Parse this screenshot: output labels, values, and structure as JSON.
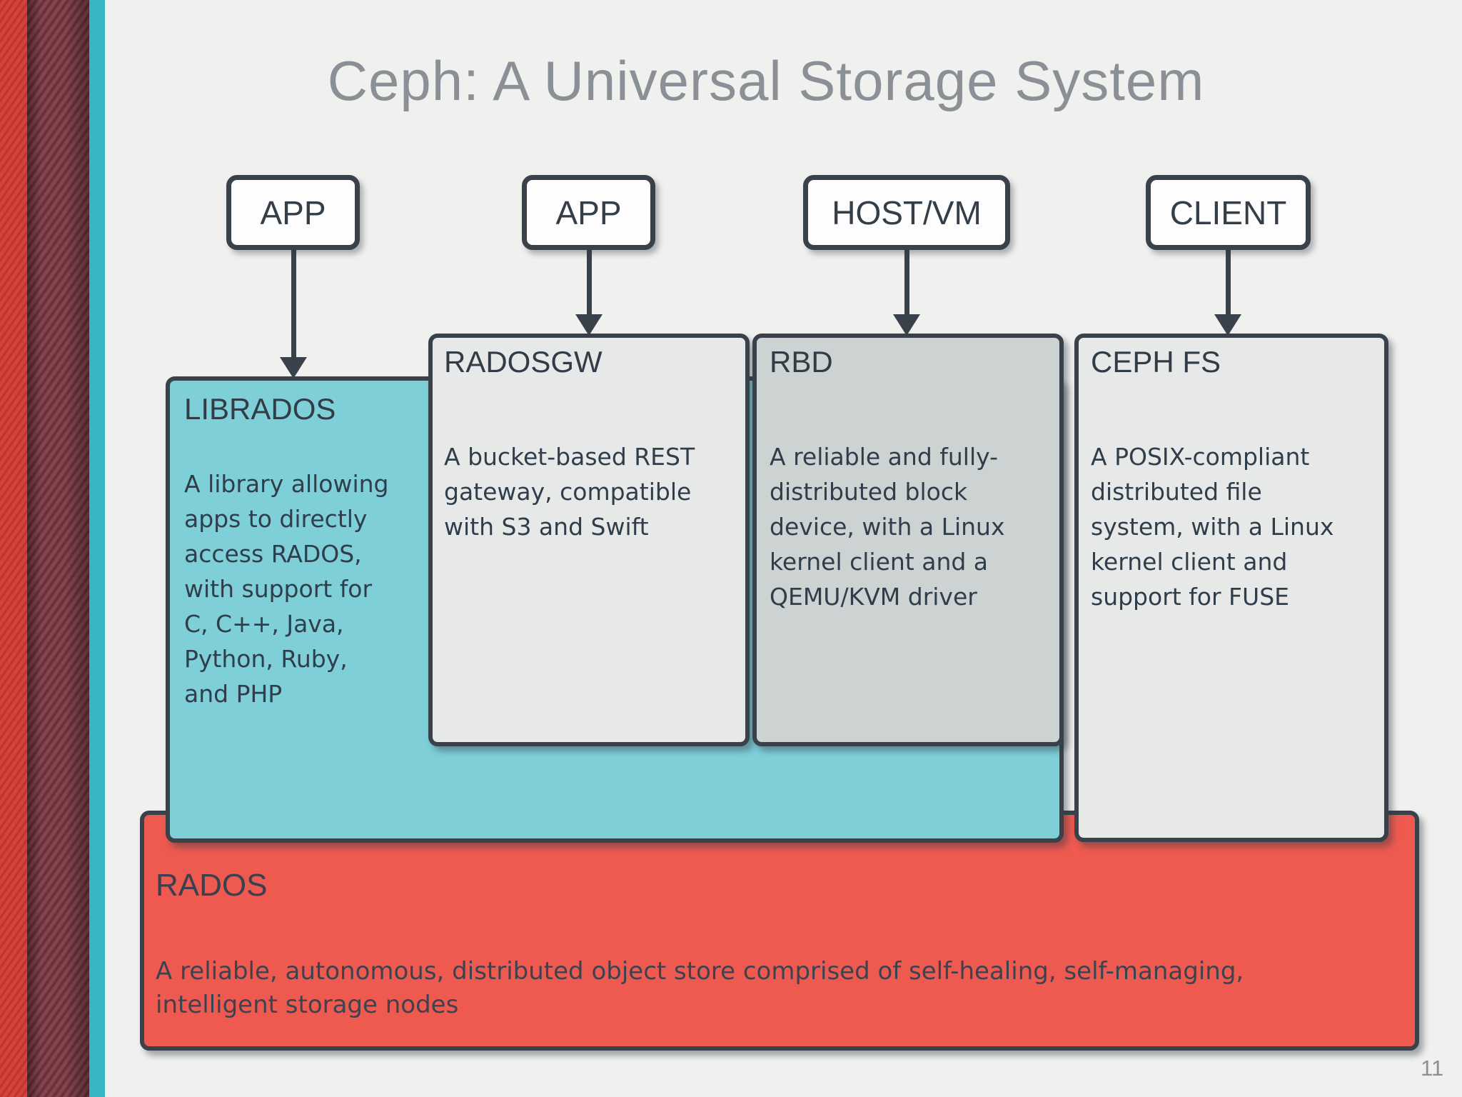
{
  "slide": {
    "title": "Ceph: A Universal Storage System",
    "page_number": "11"
  },
  "top_nodes": [
    {
      "label": "APP"
    },
    {
      "label": "APP"
    },
    {
      "label": "HOST/VM"
    },
    {
      "label": "CLIENT"
    }
  ],
  "components": {
    "librados": {
      "title": "LIBRADOS",
      "desc_lines": [
        "A library allowing",
        "apps to directly",
        "access RADOS,",
        "with support for",
        "C, C++, Java,",
        "Python, Ruby,",
        "and PHP"
      ]
    },
    "radosgw": {
      "title": "RADOSGW",
      "desc_lines": [
        "A bucket-based REST",
        "gateway, compatible",
        "with S3 and Swift"
      ]
    },
    "rbd": {
      "title": "RBD",
      "desc_lines": [
        "A reliable and fully-",
        "distributed block",
        "device, with a Linux",
        "kernel client and a",
        "QEMU/KVM driver"
      ]
    },
    "cephfs": {
      "title": "CEPH FS",
      "desc_lines": [
        "A POSIX-compliant",
        "distributed file",
        "system, with a Linux",
        "kernel client and",
        "support for FUSE"
      ]
    },
    "rados": {
      "title": "RADOS",
      "desc_lines": [
        "A reliable, autonomous, distributed object store comprised of self-healing, self-managing,",
        "intelligent storage nodes"
      ]
    }
  },
  "colors": {
    "background": "#f0f1ef",
    "border_dark": "#39424b",
    "text_dark": "#2f3e4a",
    "title_gray": "#8a9095",
    "teal_fill": "#7fcfd9",
    "light_gray_fill": "#e7e9e8",
    "medium_gray_fill": "#cdd2d3",
    "red_fill": "#ee5a50",
    "white_fill": "#fdfdfd",
    "edge_red": "#d23b32",
    "edge_maroon": "#7d3a44",
    "edge_teal": "#38b5c2"
  }
}
